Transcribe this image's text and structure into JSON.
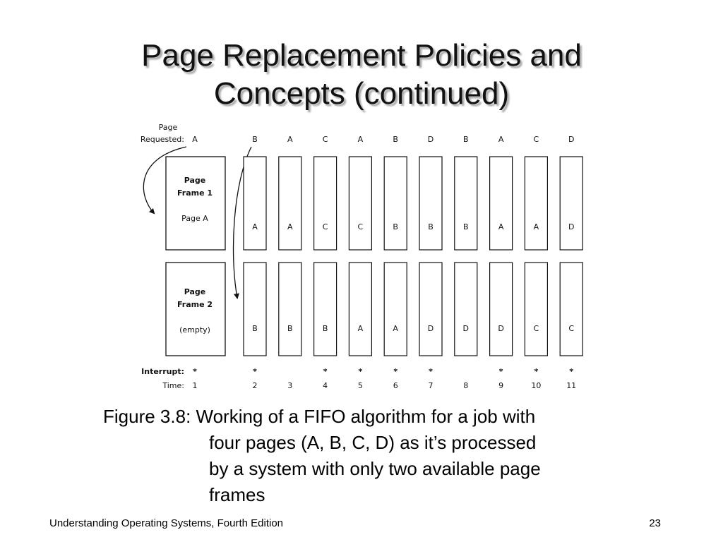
{
  "slide": {
    "title_line1": "Page Replacement Policies and",
    "title_line2": "Concepts (continued)",
    "caption_line1": "Figure 3.8: Working of a FIFO algorithm for a job with",
    "caption_line2": "four pages (A, B, C, D) as it’s processed",
    "caption_line3": "by a system with only two available page",
    "caption_line4": "frames",
    "footer_left": "Understanding Operating Systems, Fourth Edition",
    "page_number": "23"
  },
  "diagram": {
    "page_label": "Page",
    "requested_label": "Requested:",
    "interrupt_label": "Interrupt:",
    "time_label": "Time:",
    "frame1": {
      "line1": "Page",
      "line2": "Frame 1",
      "content": "Page A"
    },
    "frame2": {
      "line1": "Page",
      "line2": "Frame 2",
      "content": "(empty)"
    },
    "columns": [
      {
        "time": "1",
        "request": "A",
        "interrupt": "*"
      },
      {
        "time": "2",
        "request": "B",
        "interrupt": "*",
        "frame1": "A",
        "frame2": "B"
      },
      {
        "time": "3",
        "request": "A",
        "interrupt": "",
        "frame1": "A",
        "frame2": "B"
      },
      {
        "time": "4",
        "request": "C",
        "interrupt": "*",
        "frame1": "C",
        "frame2": "B"
      },
      {
        "time": "5",
        "request": "A",
        "interrupt": "*",
        "frame1": "C",
        "frame2": "A"
      },
      {
        "time": "6",
        "request": "B",
        "interrupt": "*",
        "frame1": "B",
        "frame2": "A"
      },
      {
        "time": "7",
        "request": "D",
        "interrupt": "*",
        "frame1": "B",
        "frame2": "D"
      },
      {
        "time": "8",
        "request": "B",
        "interrupt": "",
        "frame1": "B",
        "frame2": "D"
      },
      {
        "time": "9",
        "request": "A",
        "interrupt": "*",
        "frame1": "A",
        "frame2": "D"
      },
      {
        "time": "10",
        "request": "C",
        "interrupt": "*",
        "frame1": "A",
        "frame2": "C"
      },
      {
        "time": "11",
        "request": "D",
        "interrupt": "*",
        "frame1": "D",
        "frame2": "C"
      }
    ]
  }
}
